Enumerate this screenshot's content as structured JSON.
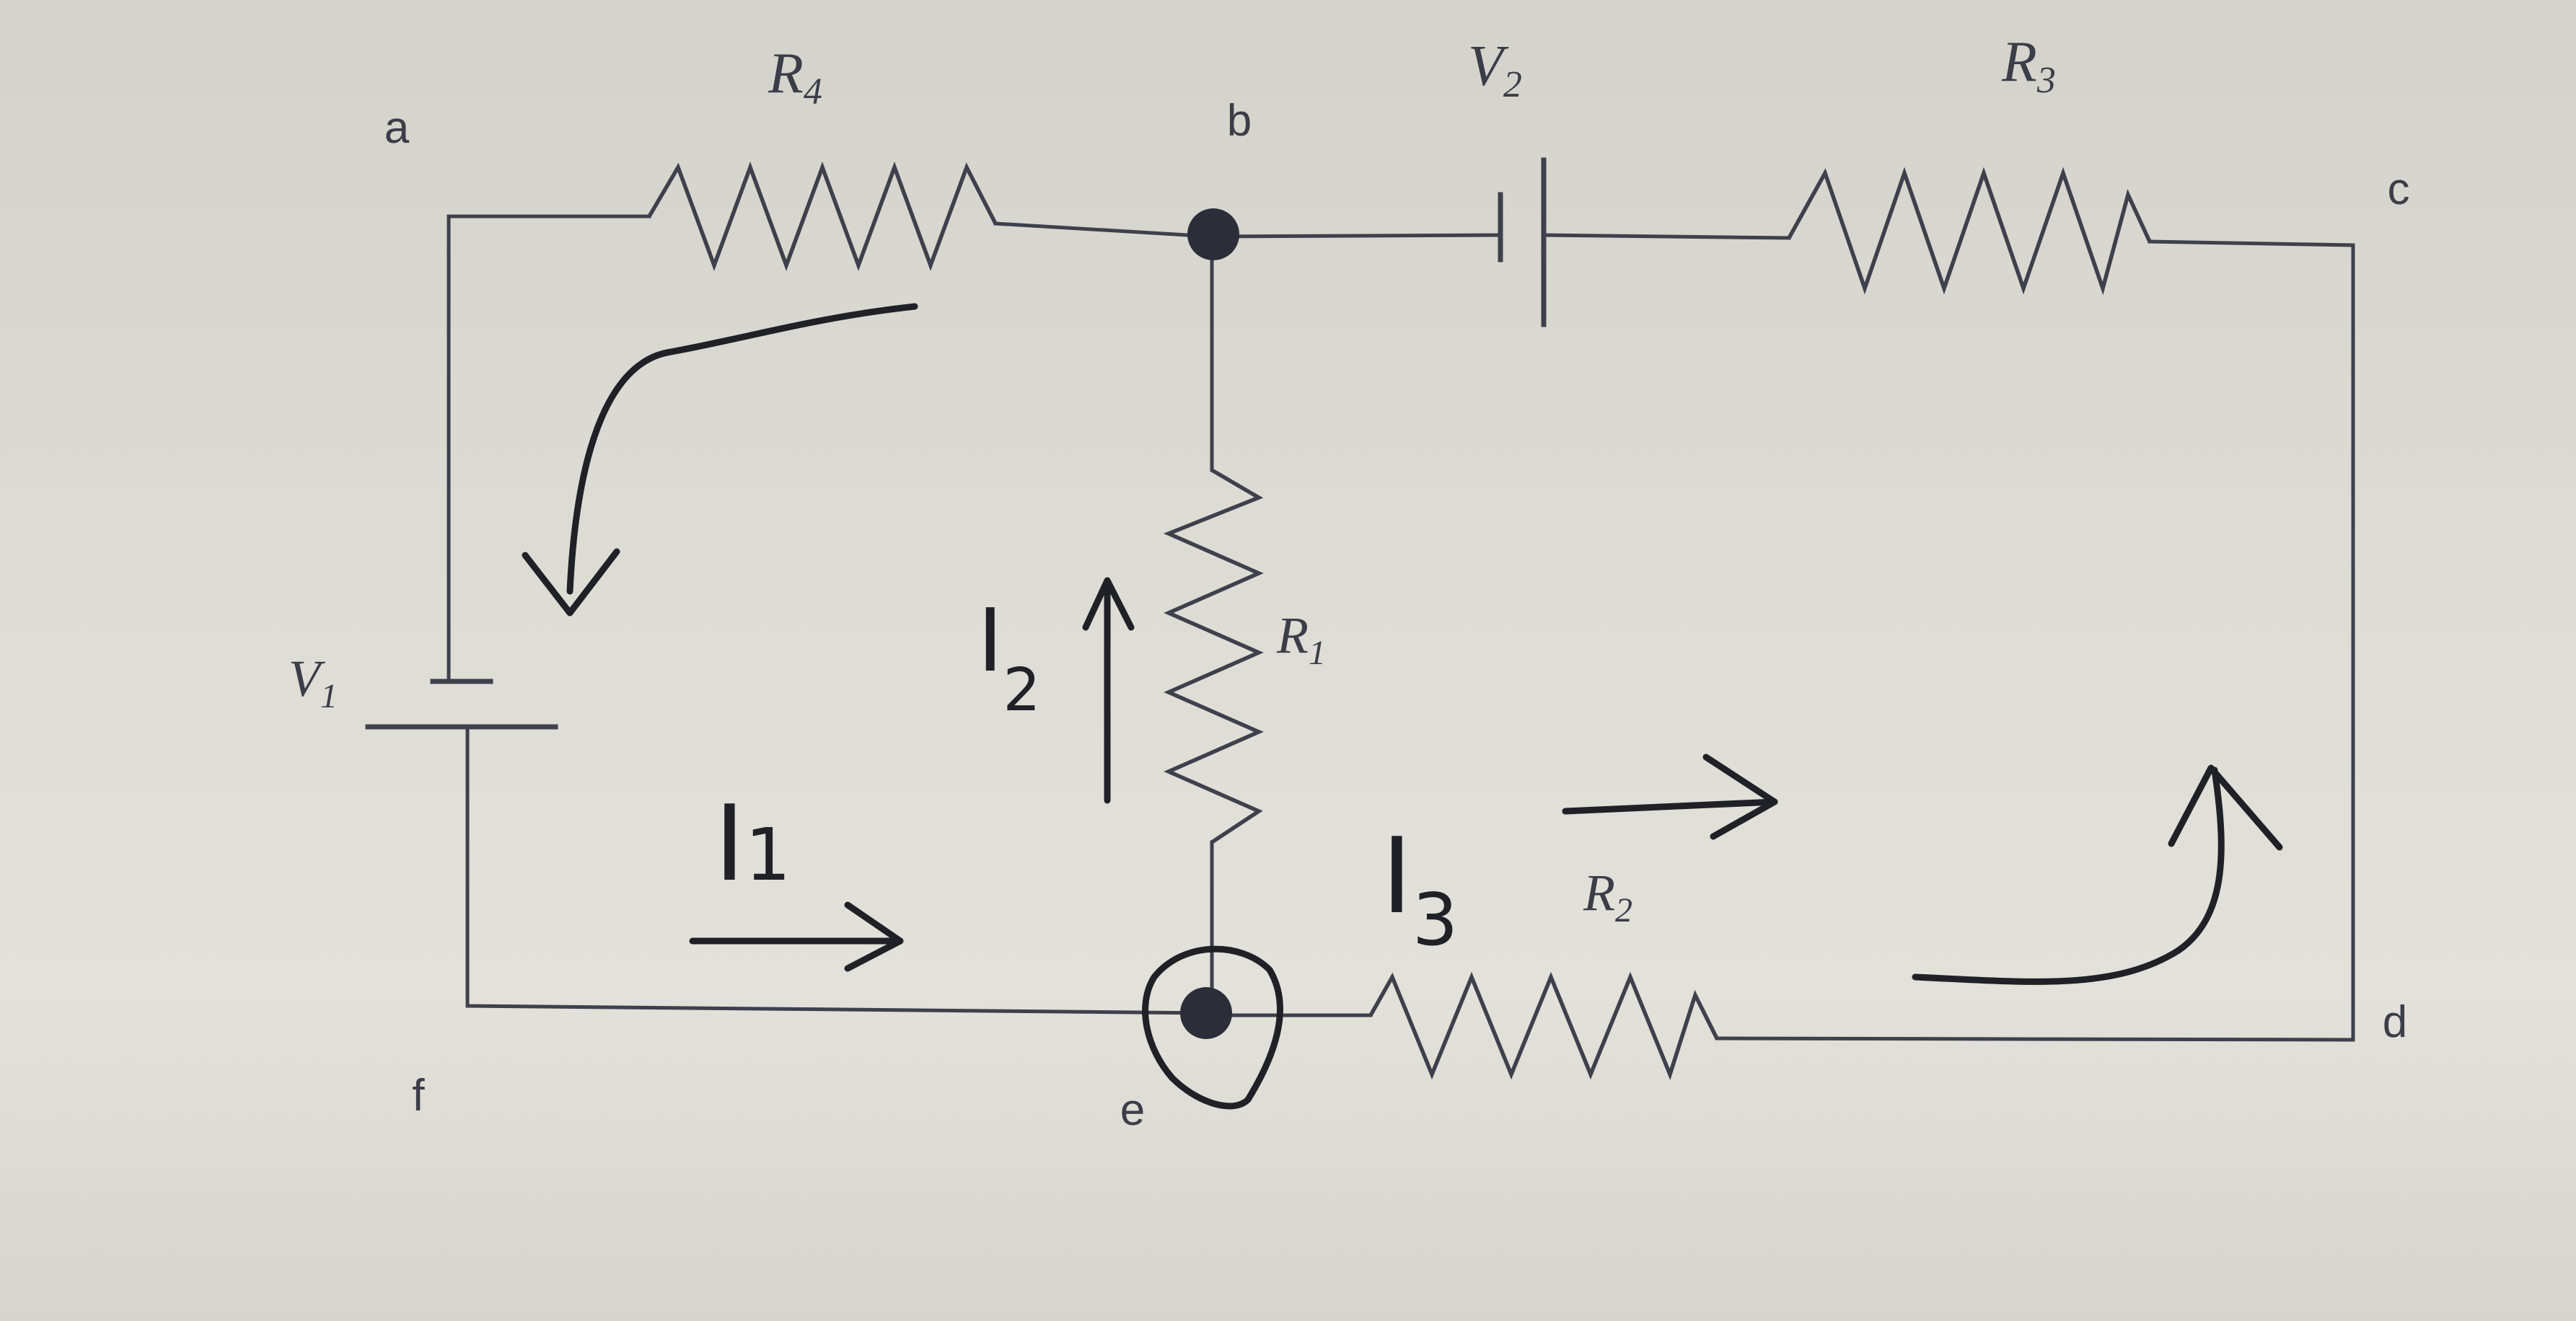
{
  "nodes": {
    "a": "a",
    "b": "b",
    "c": "c",
    "d": "d",
    "e": "e",
    "f": "f"
  },
  "components": {
    "r1": {
      "letter": "R",
      "sub": "1"
    },
    "r2": {
      "letter": "R",
      "sub": "2"
    },
    "r3": {
      "letter": "R",
      "sub": "3"
    },
    "r4": {
      "letter": "R",
      "sub": "4"
    },
    "v1": {
      "letter": "V",
      "sub": "1"
    },
    "v2": {
      "letter": "V",
      "sub": "2"
    }
  },
  "currents": {
    "i1": {
      "letter": "I",
      "sub": "1"
    },
    "i2": {
      "letter": "I",
      "sub": "2"
    },
    "i3": {
      "letter": "I",
      "sub": "3"
    }
  },
  "colors": {
    "wire": "#3e414c",
    "ink": "#1f2127",
    "paper": "#dcdcd4"
  }
}
